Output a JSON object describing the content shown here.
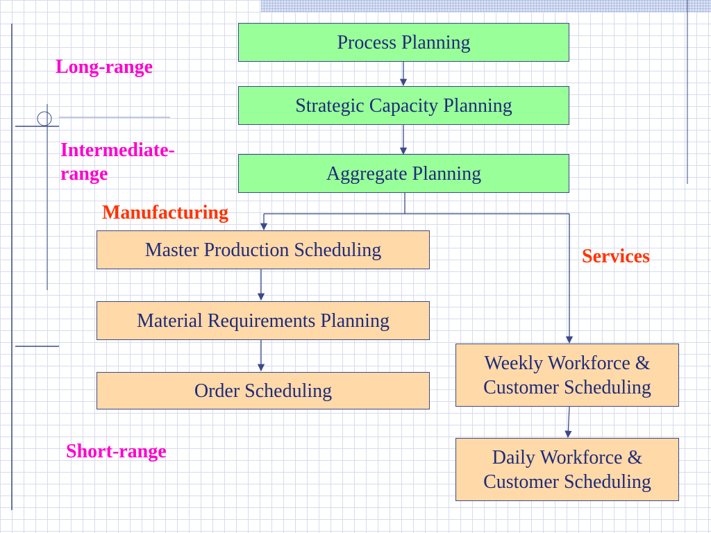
{
  "colors": {
    "range_label": "#ff00cc",
    "section_label": "#ff3300",
    "box_green": "#99ff99",
    "box_peach": "#ffd9a8",
    "box_text": "#1f2b7a",
    "line": "#3b4a86"
  },
  "range_labels": {
    "long": "Long-range",
    "intermediate": "Intermediate-\nrange",
    "short": "Short-range"
  },
  "section_labels": {
    "manufacturing": "Manufacturing",
    "services": "Services"
  },
  "boxes": {
    "process_planning": "Process Planning",
    "strategic_capacity_planning": "Strategic Capacity Planning",
    "aggregate_planning": "Aggregate Planning",
    "master_production_scheduling": "Master Production Scheduling",
    "material_requirements_planning": "Material Requirements Planning",
    "order_scheduling": "Order Scheduling",
    "weekly_workforce": "Weekly Workforce &\nCustomer Scheduling",
    "daily_workforce": "Daily Workforce &\nCustomer Scheduling"
  }
}
